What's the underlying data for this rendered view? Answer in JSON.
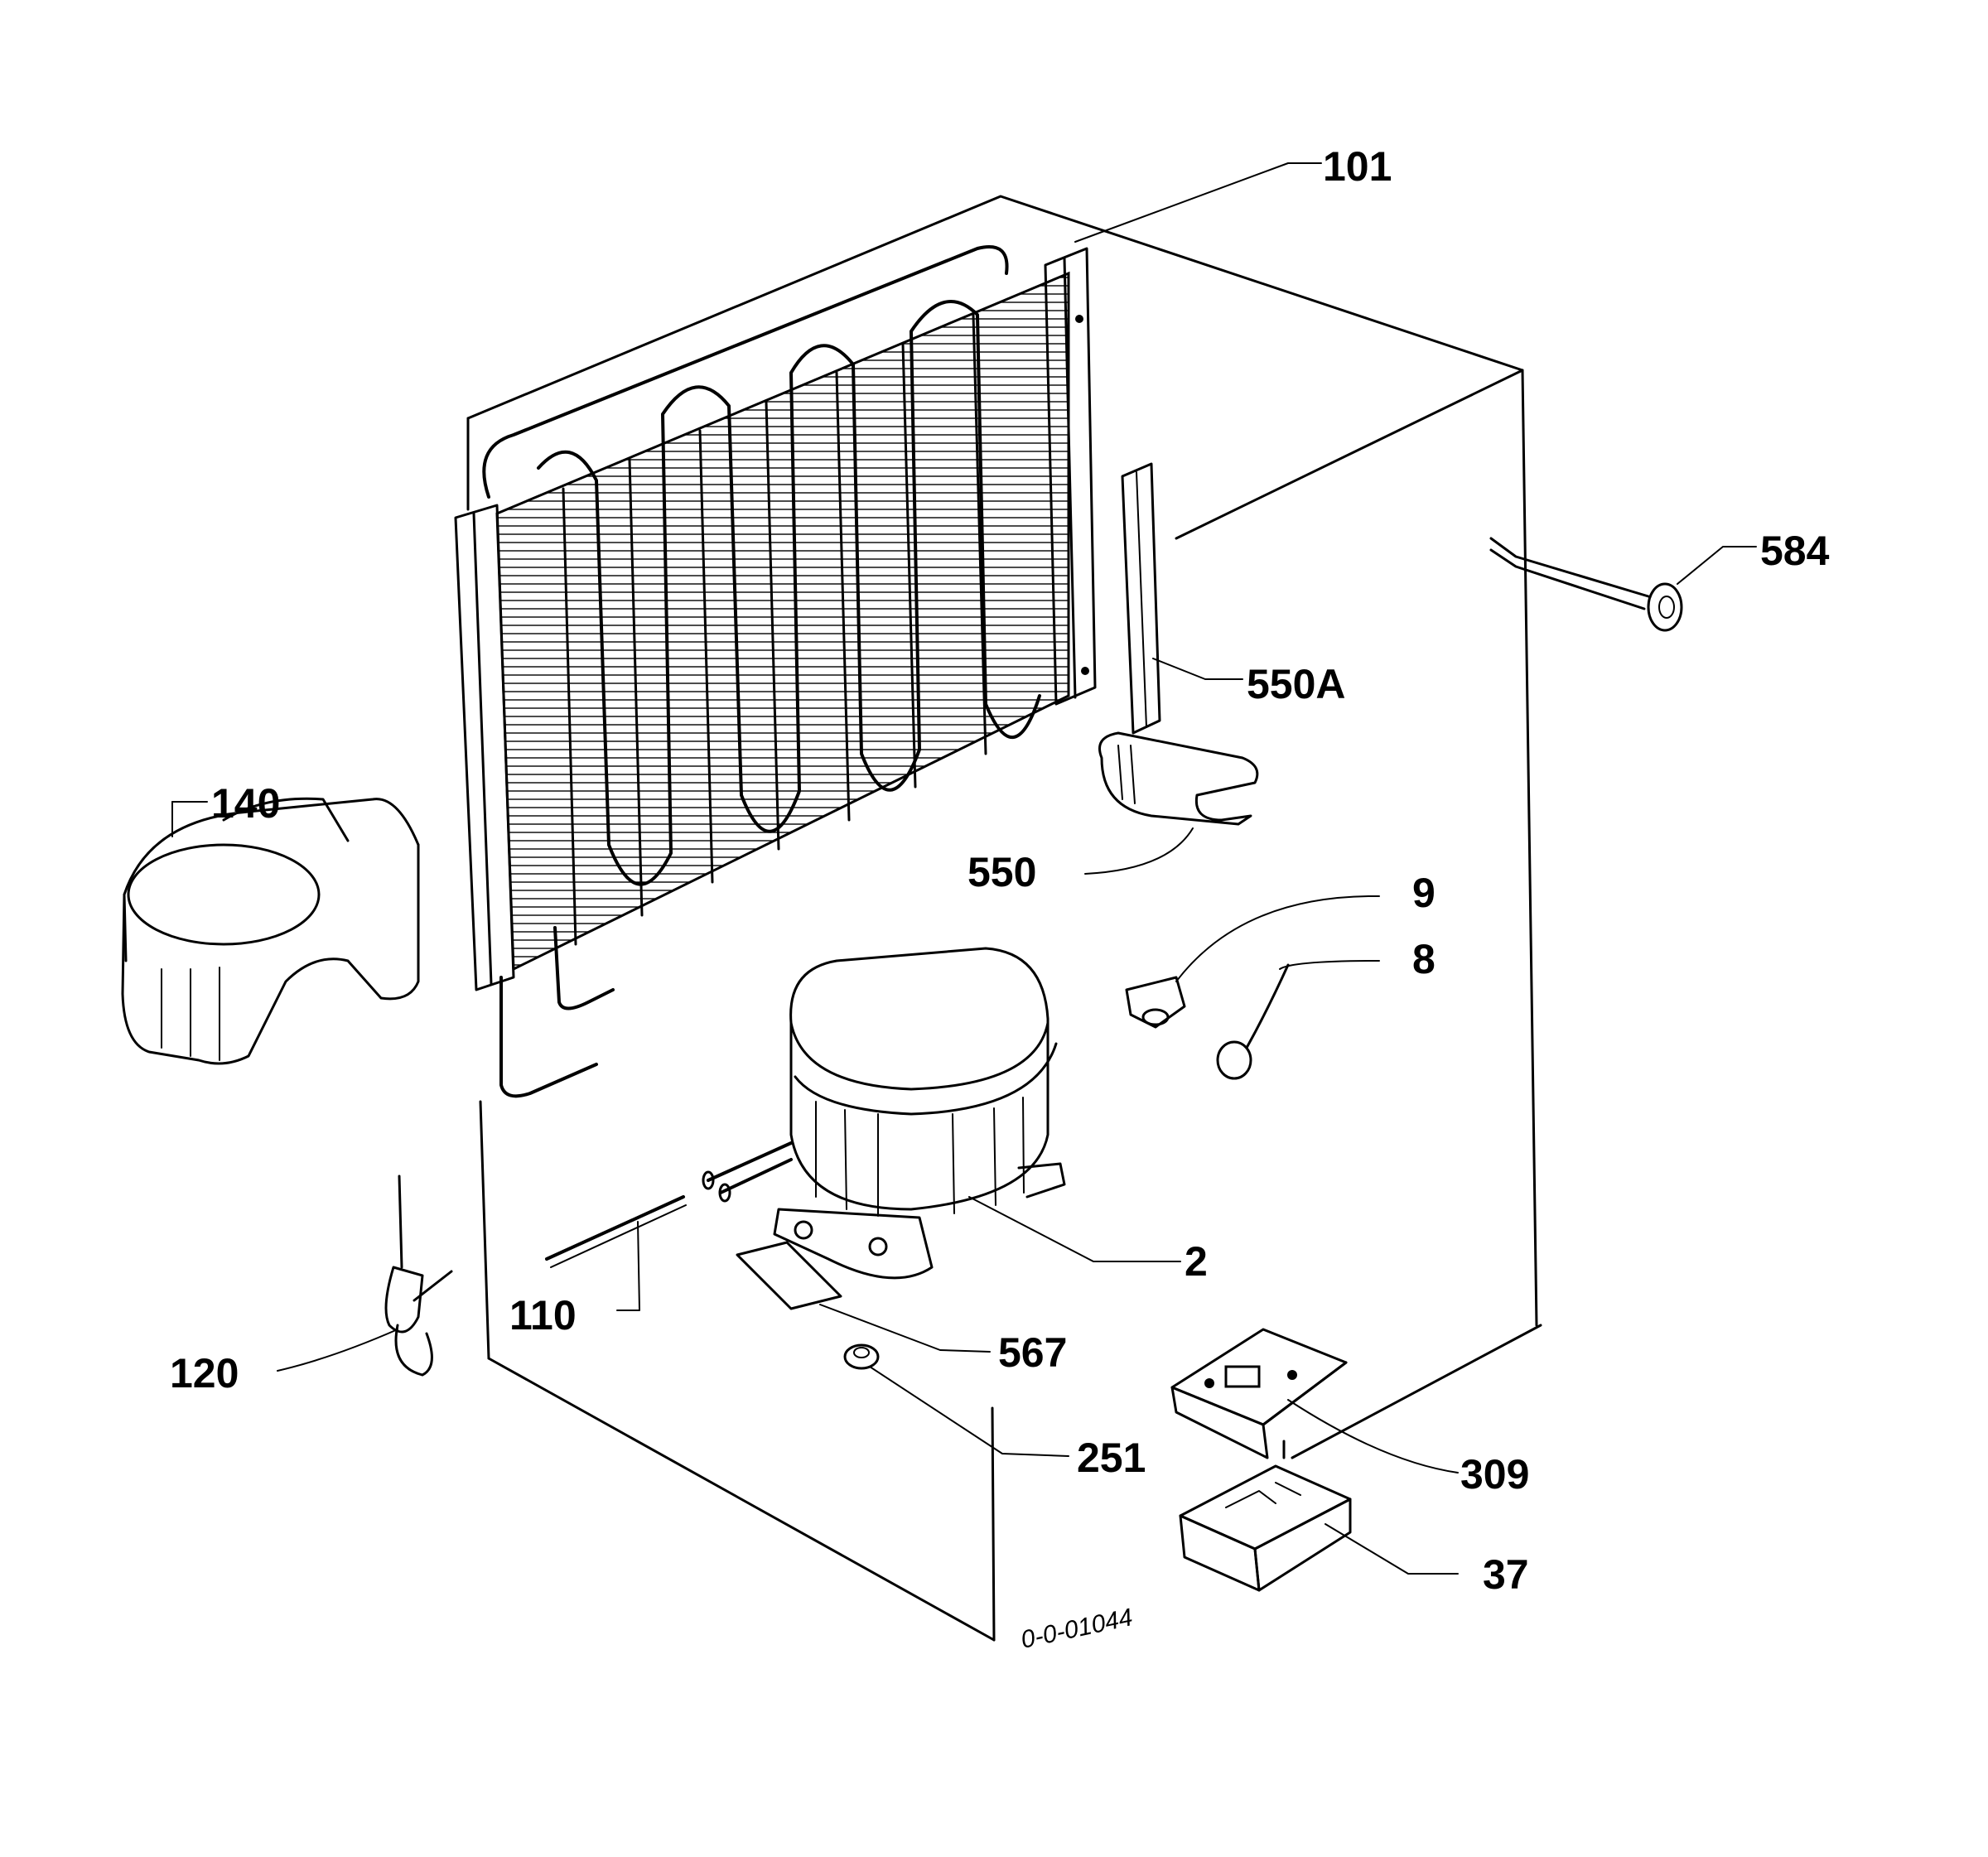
{
  "diagram": {
    "labels": {
      "p101": "101",
      "p584": "584",
      "p550a": "550A",
      "p140": "140",
      "p550": "550",
      "p9": "9",
      "p8": "8",
      "p2": "2",
      "p110": "110",
      "p120": "120",
      "p567": "567",
      "p251": "251",
      "p309": "309",
      "p37": "37"
    },
    "drawing_code": "0-0-01044"
  }
}
